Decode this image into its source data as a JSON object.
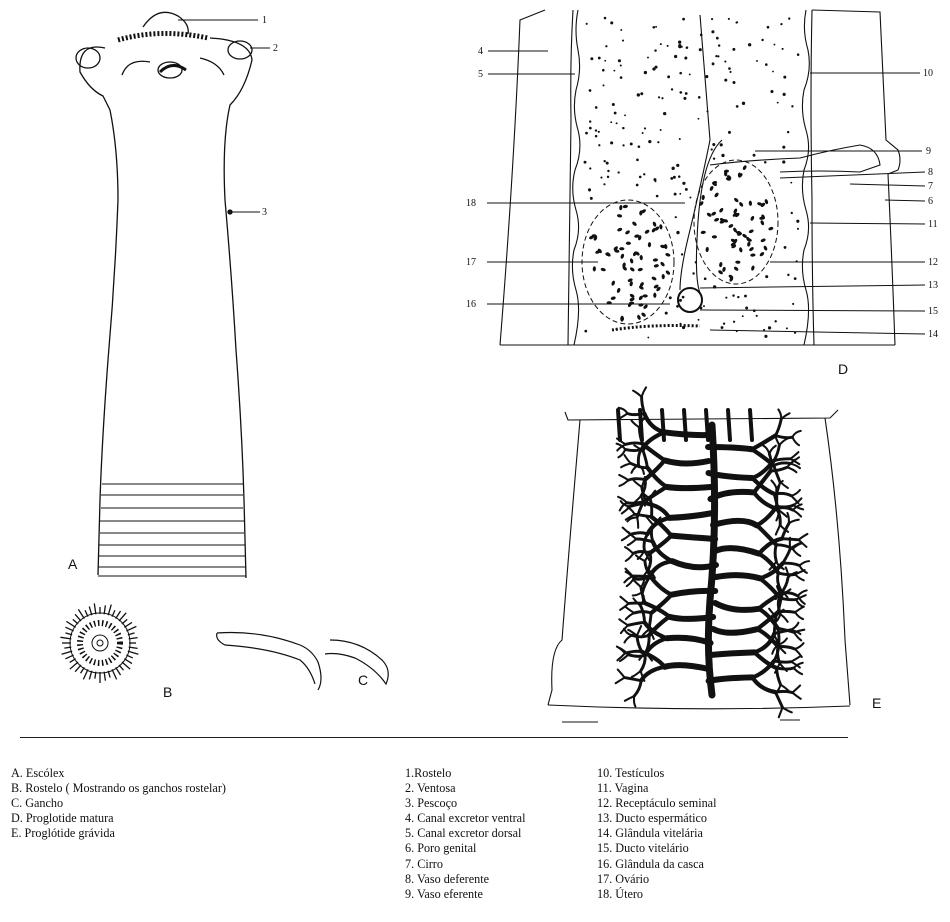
{
  "panels": {
    "A": "A",
    "B": "B",
    "C": "C",
    "D": "D",
    "E": "E"
  },
  "figure_numbers": [
    "1",
    "2",
    "3",
    "4",
    "5",
    "10",
    "9",
    "8",
    "7",
    "6",
    "18",
    "11",
    "17",
    "12",
    "13",
    "16",
    "15",
    "14"
  ],
  "legend_panels": [
    "A. Escólex",
    "B. Rostelo ( Mostrando os ganchos rostelar)",
    "C. Gancho",
    "D. Proglotide matura",
    "E. Proglótide grávida"
  ],
  "legend_parts_a": [
    "1.Rostelo",
    "2. Ventosa",
    "3. Pescoço",
    "4. Canal excretor ventral",
    "5. Canal excretor dorsal",
    "6. Poro genital",
    "7. Cirro",
    "8. Vaso deferente",
    "9. Vaso eferente"
  ],
  "legend_parts_b": [
    "10. Testículos",
    "11. Vagina",
    "12. Receptáculo seminal",
    "13. Ducto espermático",
    "14. Glândula vitelária",
    "15.  Ducto vitelário",
    "16. Glândula da casca",
    "17. Ovário",
    "18. Útero"
  ]
}
